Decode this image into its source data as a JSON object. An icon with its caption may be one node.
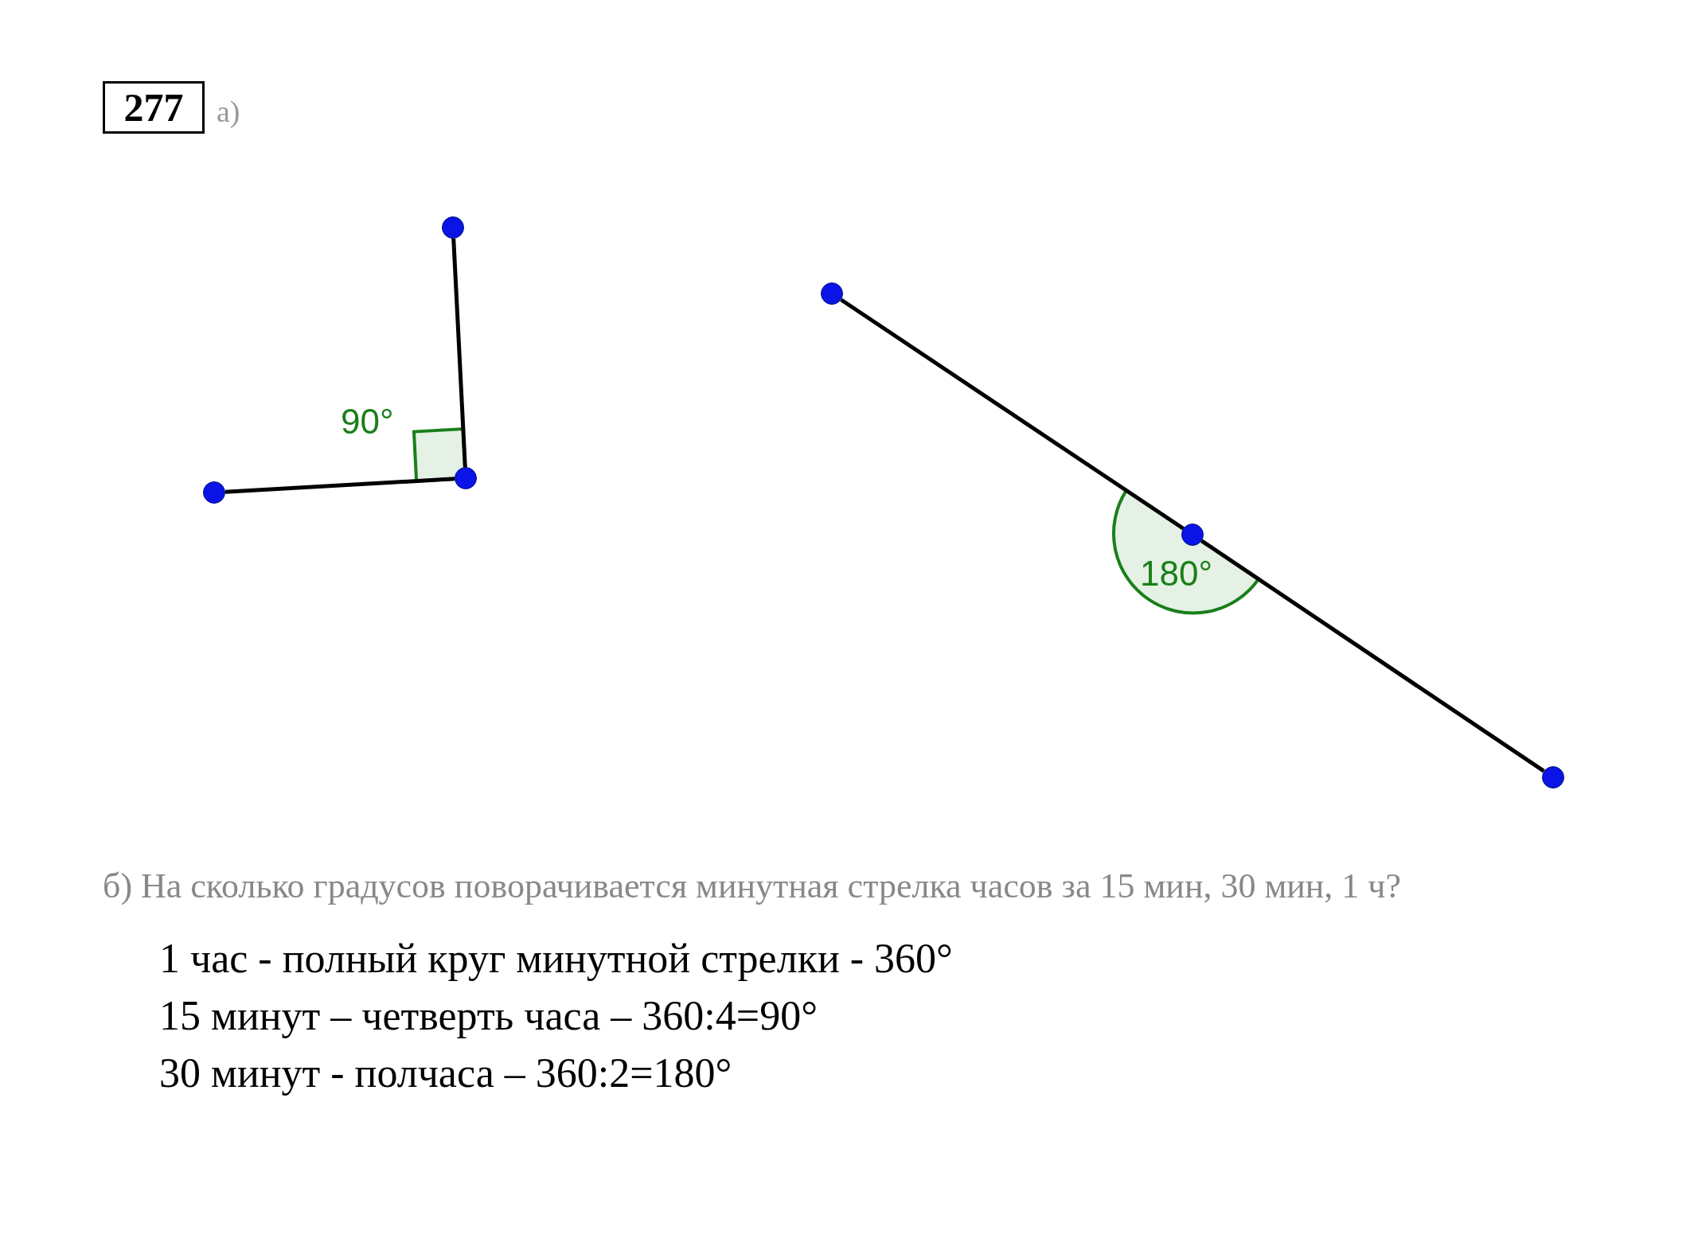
{
  "diagram": {
    "nodes": [
      {
        "text": [
          "277"
        ]
      },
      {
        "text": [],
        "shape": "circle"
      },
      {
        "text": [],
        "shape": "circle"
      },
      {
        "text": [],
        "shape": "circle"
      },
      {
        "text": [],
        "shape": "circle"
      },
      {
        "text": [],
        "shape": "circle"
      },
      {
        "text": [],
        "shape": "circle"
      }
    ],
    "edges": [
      {
        "from": 1,
        "to": 3,
        "arrow": "none"
      },
      {
        "from": 2,
        "to": 3,
        "arrow": "none"
      },
      {
        "from": 4,
        "to": 5,
        "arrow": "none"
      },
      {
        "from": 5,
        "to": 6,
        "arrow": "none"
      }
    ],
    "labels": [
      "а)",
      "90°",
      "180°",
      "б) На сколько градусов поворачивается минутная стрелка часов за 15 мин, 30 мин, 1 ч?",
      "1 час - полный круг минутной стрелки - 360°",
      "15 минут – четверть часа – 360:4=90°",
      "30 минут - полчаса – 360:2=180°"
    ]
  }
}
